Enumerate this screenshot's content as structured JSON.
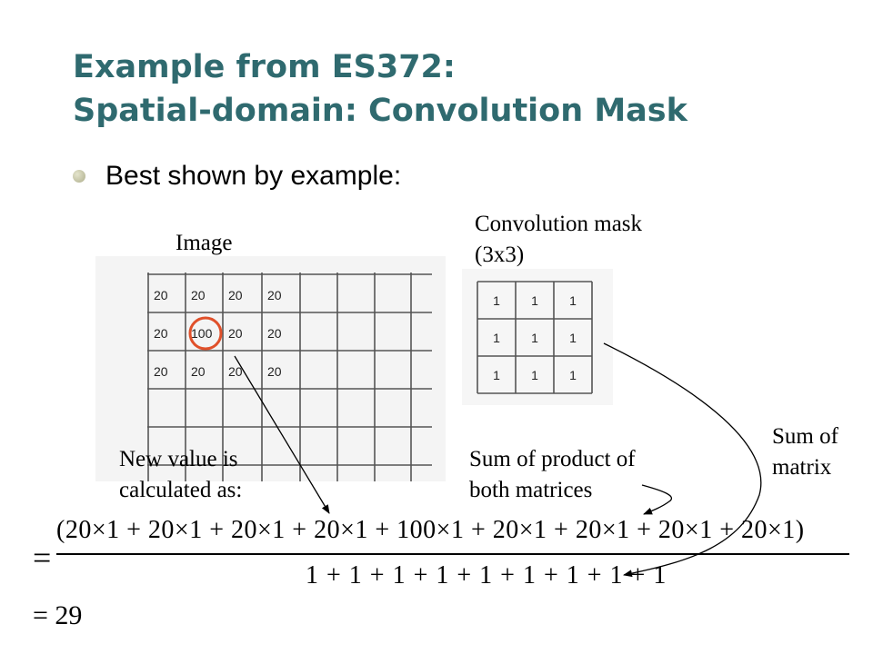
{
  "slide": {
    "title_line1": "Example from ES372:",
    "title_line2": "Spatial-domain: Convolution Mask",
    "bullet": "Best shown by example:",
    "image_label": "Image",
    "mask_label_line1": "Convolution mask",
    "mask_label_line2": "(3x3)",
    "new_value_line1": "New value is",
    "new_value_line2": "calculated as:",
    "sum_product_line1": "Sum of product of",
    "sum_product_line2": "both matrices",
    "sum_matrix_line1": "Sum of",
    "sum_matrix_line2": "matrix",
    "equals_sign": "=",
    "numerator": "(20×1 + 20×1 + 20×1 + 20×1 + 100×1 + 20×1 + 20×1 + 20×1 + 20×1)",
    "denominator": "1 + 1 + 1 + 1 + 1 + 1 + 1 + 1 + 1",
    "result": "= 29"
  },
  "image_grid": {
    "rows": [
      [
        "20",
        "20",
        "20",
        "20"
      ],
      [
        "20",
        "100",
        "20",
        "20"
      ],
      [
        "20",
        "20",
        "20",
        "20"
      ]
    ],
    "highlighted": "100",
    "highlight_color": "#e0502a"
  },
  "mask_grid": {
    "rows": [
      [
        "1",
        "1",
        "1"
      ],
      [
        "1",
        "1",
        "1"
      ],
      [
        "1",
        "1",
        "1"
      ]
    ]
  },
  "colors": {
    "title": "#2f6a6f",
    "bullet": "#aeae8c"
  }
}
